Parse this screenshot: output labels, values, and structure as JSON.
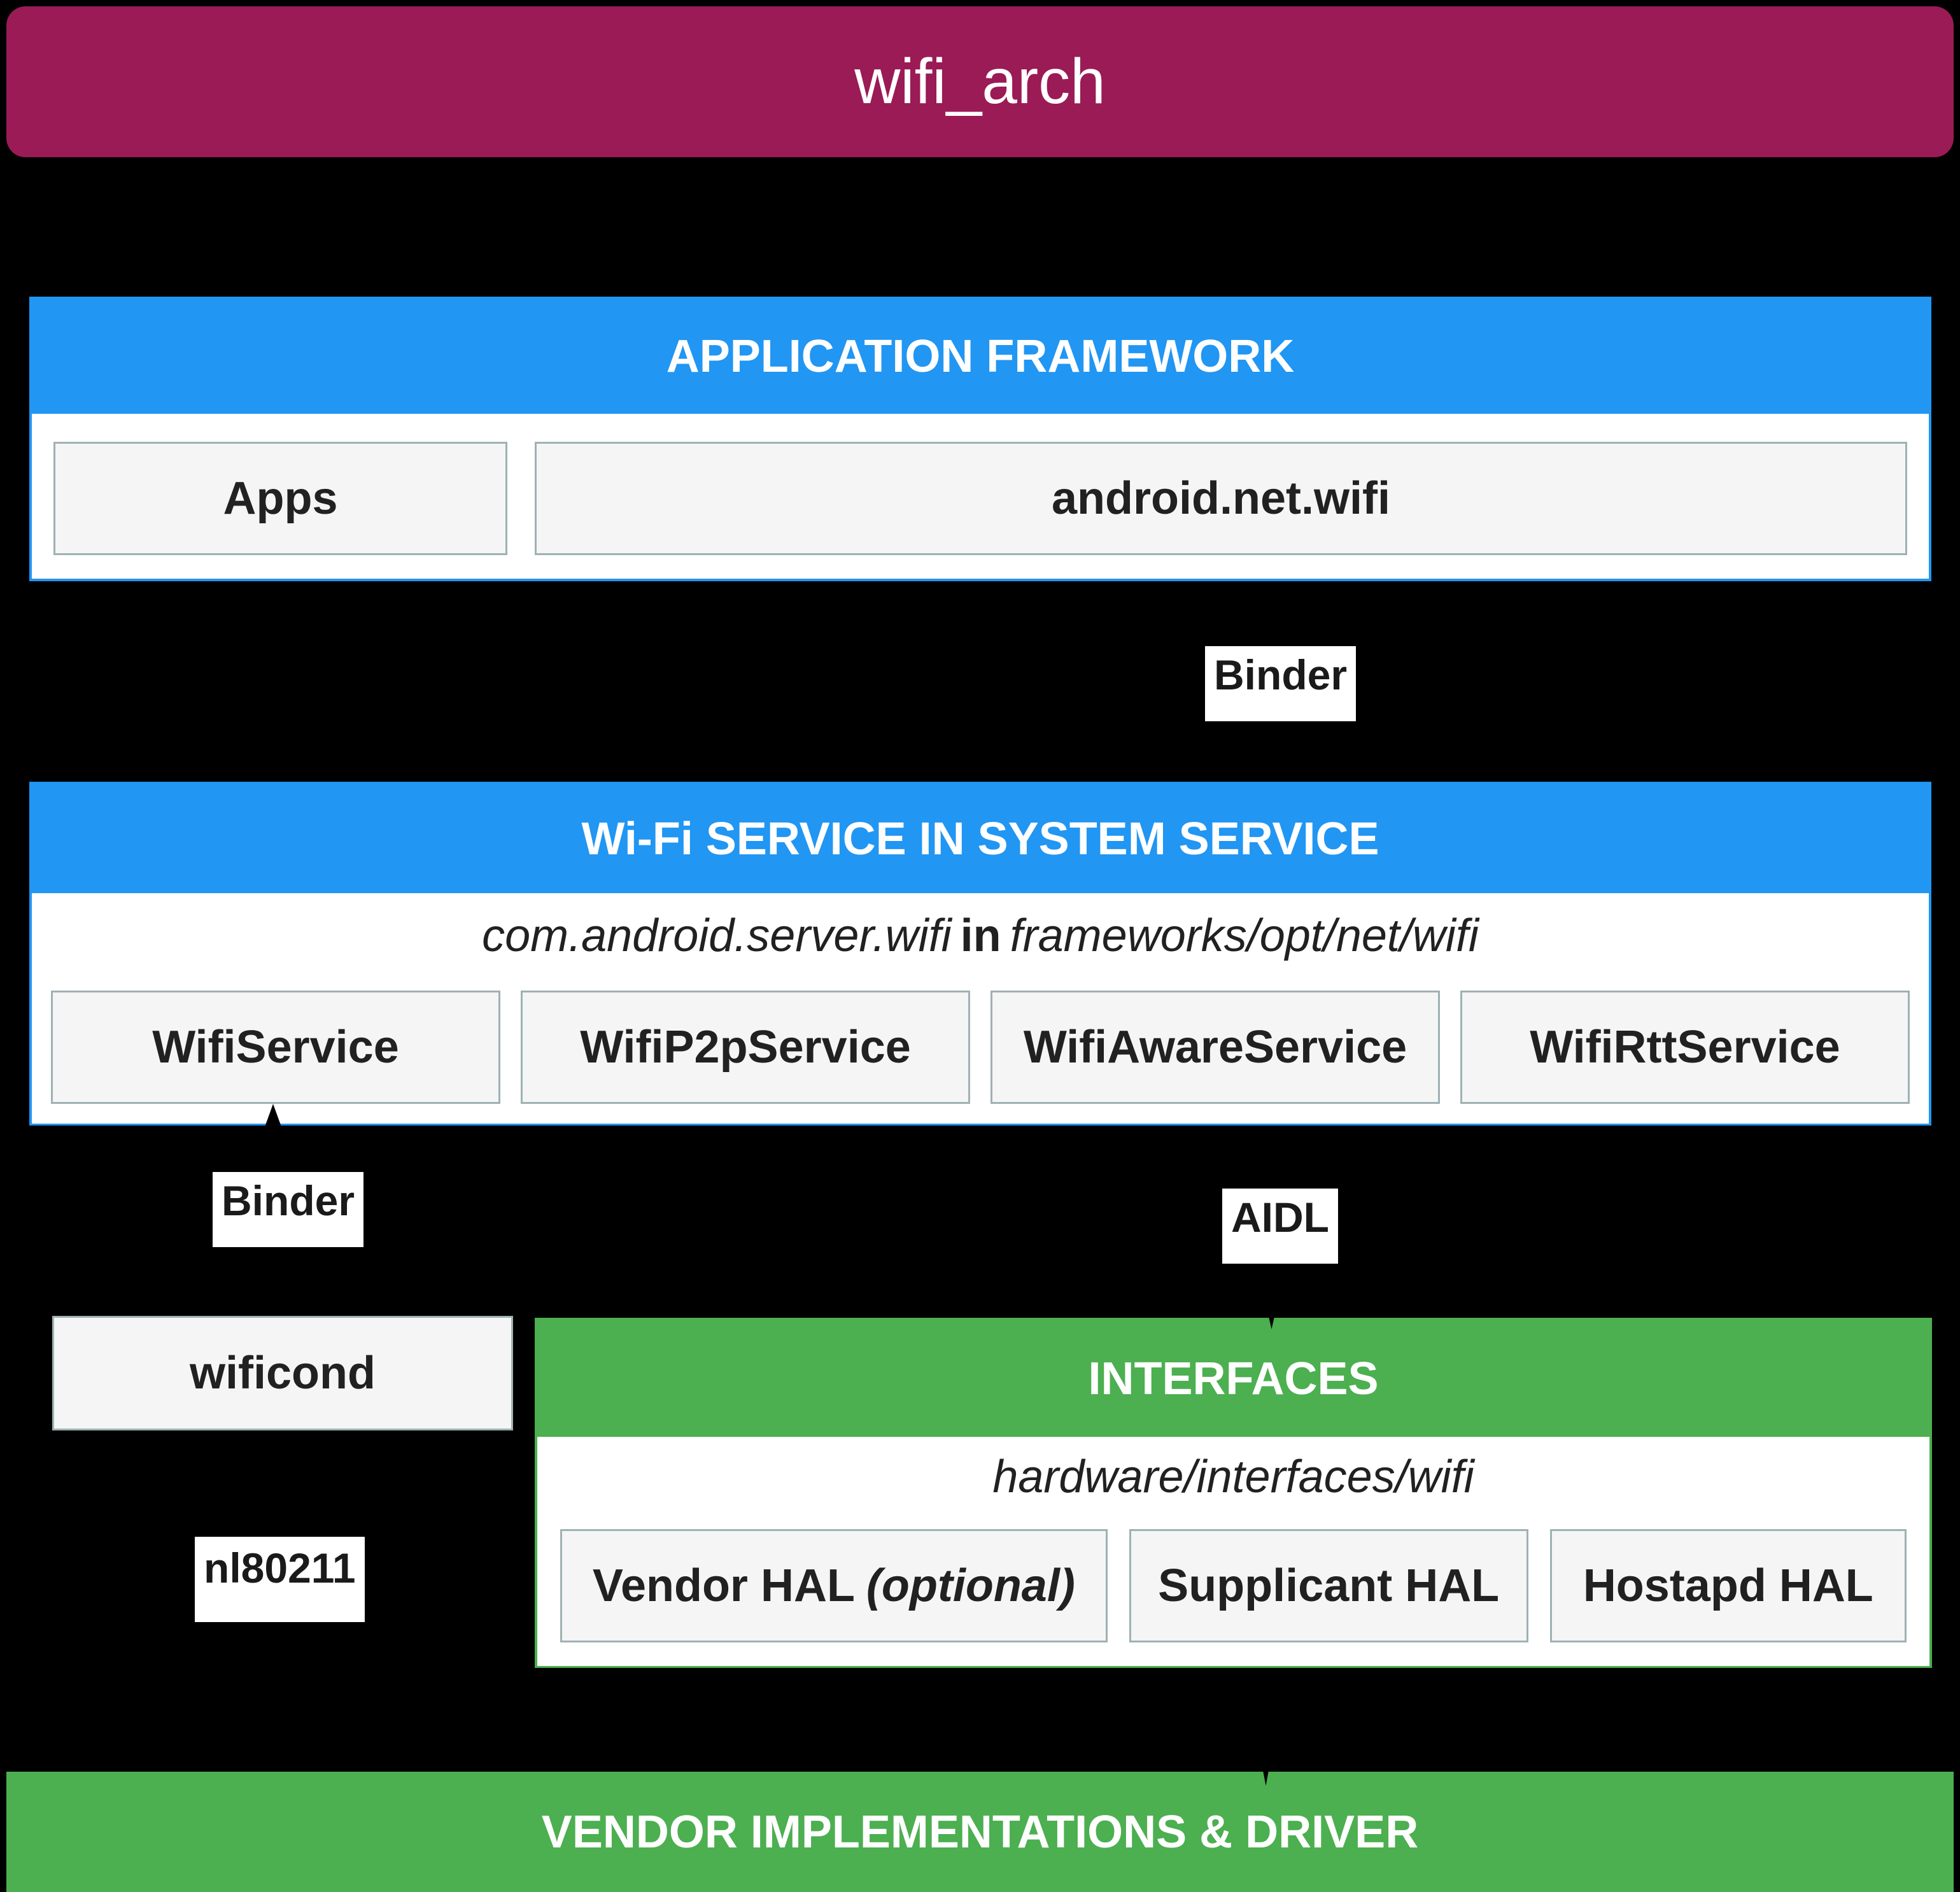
{
  "title": "wifi_arch",
  "colors": {
    "title_bg": "#9A1B56",
    "blue": "#2196F3",
    "green": "#4CAF50",
    "box_fill": "#F5F5F5",
    "box_border": "#9FB1B3",
    "text_dark": "#212121",
    "canvas_bg": "#000000"
  },
  "sections": {
    "app_framework": {
      "header": "APPLICATION FRAMEWORK",
      "boxes": [
        {
          "label": "Apps"
        },
        {
          "label": "android.net.wifi"
        }
      ]
    },
    "wifi_service": {
      "header": "Wi-Fi SERVICE IN SYSTEM SERVICE",
      "path_prefix": "com.android.server.wifi",
      "path_conj": "in",
      "path_suffix": "frameworks/opt/net/wifi",
      "boxes": [
        {
          "label": "WifiService"
        },
        {
          "label": "WifiP2pService"
        },
        {
          "label": "WifiAwareService"
        },
        {
          "label": "WifiRttService"
        }
      ]
    },
    "interfaces": {
      "header": "INTERFACES",
      "path": "hardware/interfaces/wifi",
      "boxes": [
        {
          "label": "Vendor HAL",
          "suffix": "(optional)"
        },
        {
          "label": "Supplicant HAL",
          "suffix": ""
        },
        {
          "label": "Hostapd HAL",
          "suffix": ""
        }
      ]
    },
    "vendor": {
      "header": "VENDOR IMPLEMENTATIONS & DRIVER"
    }
  },
  "standalone_boxes": {
    "wificond": "wificond"
  },
  "edge_labels": {
    "binder_top": "Binder",
    "binder_left": "Binder",
    "aidl": "AIDL",
    "nl80211": "nl80211"
  }
}
